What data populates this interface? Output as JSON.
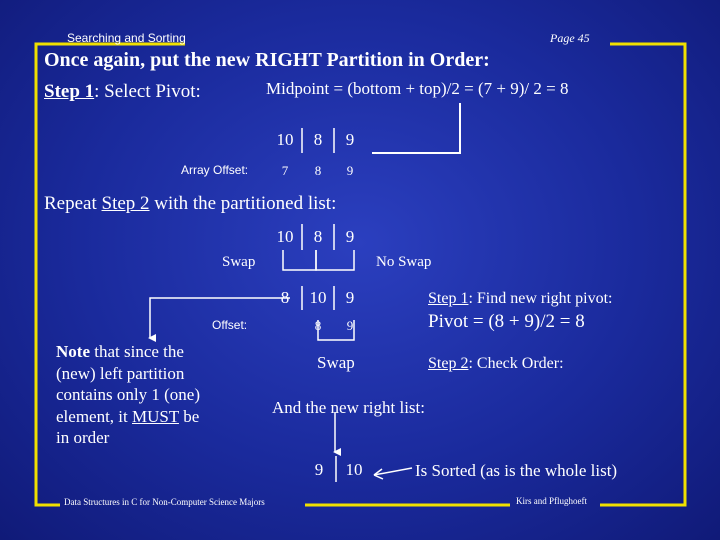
{
  "header": {
    "left": "Searching and Sorting",
    "right": "Page 45"
  },
  "title": "Once again, put the new RIGHT Partition in Order:",
  "step1": {
    "label": "Step 1",
    "text": ": Select Pivot:",
    "midpoint": "Midpoint = (bottom + top)/2 = (7 + 9)/ 2 = 8"
  },
  "array1": {
    "values": [
      "10",
      "8",
      "9"
    ],
    "offset_label": "Array Offset:",
    "offsets": [
      "7",
      "8",
      "9"
    ]
  },
  "repeat": {
    "pre": "Repeat ",
    "label": "Step 2",
    "post": " with the partitioned list:"
  },
  "array2": {
    "values": [
      "10",
      "8",
      "9"
    ],
    "swap": "Swap",
    "no_swap": "No Swap"
  },
  "array3": {
    "values": [
      "8",
      "10",
      "9"
    ],
    "offset_label": "Offset:",
    "offsets": [
      "8",
      "9"
    ],
    "swap": "Swap"
  },
  "right_notes": {
    "step1_label": "Step 1",
    "step1_text": ": Find new right pivot:",
    "pivot": "Pivot = (8 + 9)/2 = 8",
    "step2_label": "Step 2",
    "step2_text": ": Check Order:"
  },
  "note": {
    "bold": "Note",
    "line1": " that since the",
    "line2": "(new) left partition",
    "line3": "contains only 1 (one)",
    "line4a": "element, it ",
    "must": "MUST",
    "line4b": " be",
    "line5": "in order"
  },
  "right_list": {
    "text": "And the new right list:",
    "values": [
      "9",
      "10"
    ],
    "sorted": "Is Sorted (as is the whole list)"
  },
  "footer": {
    "left": "Data Structures in C for Non-Computer Science Majors",
    "right": "Kirs and Pflughoeft"
  },
  "colors": {
    "background": "#1a2a9c",
    "frame": "#f0e000",
    "text": "#ffffff"
  }
}
